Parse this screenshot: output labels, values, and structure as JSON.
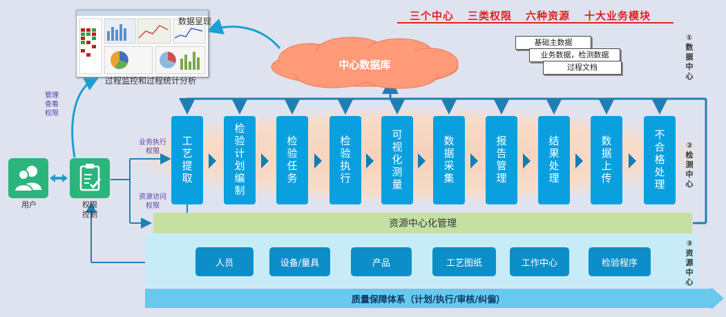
{
  "header": {
    "part1": "三个中心",
    "part2": "三类权限",
    "part3": "六种资源",
    "part4": "十大业务模块"
  },
  "data_center": {
    "cloud_label": "中心数据库",
    "docs": [
      "基础主数据",
      "业务数据，检测数据",
      "过程文档"
    ],
    "display_label": "数据呈现",
    "monitor_label": "过程监控和过程统计分析"
  },
  "permissions": {
    "manage_view": "管理\n查看\n权限",
    "business_exec": "业务执行\n权限",
    "resource_access": "资源访问\n权限"
  },
  "user": {
    "user_label": "用户",
    "control_label": "权限\n控制"
  },
  "processes": [
    "工艺提取",
    "检验计划编制",
    "检验任务",
    "检验执行",
    "可视化测量",
    "数据采集",
    "报告管理",
    "结果处理",
    "数据上传",
    "不合格处理"
  ],
  "resource_center": {
    "bar_label": "资源中心化管理",
    "items": [
      "人员",
      "设备/量具",
      "产品",
      "工艺图纸",
      "工作中心",
      "检验程序"
    ]
  },
  "quality_label": "质量保障体系（计划/执行/审核/纠偏）",
  "side_labels": {
    "data_center": "①数据中心",
    "inspection_center": "②检测中心",
    "resource_center": "③资源中心"
  },
  "colors": {
    "process_blue": "#0aa0e0",
    "resource_blue": "#0e8ec8",
    "accent_red": "#e02020",
    "green_bar": "#c6e0a4",
    "user_green": "#2bb57d"
  }
}
